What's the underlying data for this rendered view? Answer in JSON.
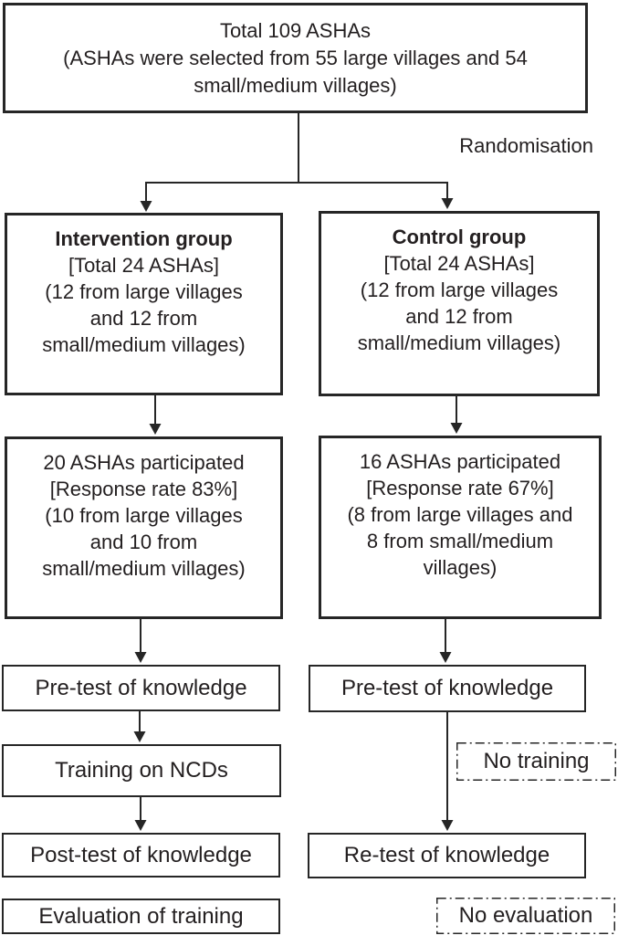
{
  "diagram": {
    "title_box": {
      "lines": [
        "Total 109 ASHAs",
        "(ASHAs were selected from 55 large villages and 54",
        "small/medium villages)"
      ]
    },
    "randomisation_label": "Randomisation",
    "intervention": {
      "group_heading": "Intervention group",
      "group_lines": [
        "[Total 24 ASHAs]",
        "(12 from large villages",
        "and 12 from",
        "small/medium villages)"
      ],
      "participation_lines": [
        "20 ASHAs participated",
        "[Response rate 83%]",
        "(10 from large villages",
        "and 10 from",
        "small/medium villages)"
      ],
      "pretest_label": "Pre-test of knowledge",
      "training_label": "Training on NCDs",
      "posttest_label": "Post-test of knowledge",
      "evaluation_label": "Evaluation of training"
    },
    "control": {
      "group_heading": "Control group",
      "group_lines": [
        "[Total 24 ASHAs]",
        "(12 from large villages",
        "and 12 from",
        "small/medium villages)"
      ],
      "participation_lines": [
        "16 ASHAs participated",
        "[Response rate 67%]",
        "(8 from large villages and",
        "8 from small/medium",
        "villages)"
      ],
      "pretest_label": "Pre-test of knowledge",
      "no_training_label": "No training",
      "retest_label": "Re-test of knowledge",
      "no_evaluation_label": "No evaluation"
    },
    "colors": {
      "line_color": "#262626",
      "text_color": "#231f20",
      "background": "#ffffff"
    }
  }
}
